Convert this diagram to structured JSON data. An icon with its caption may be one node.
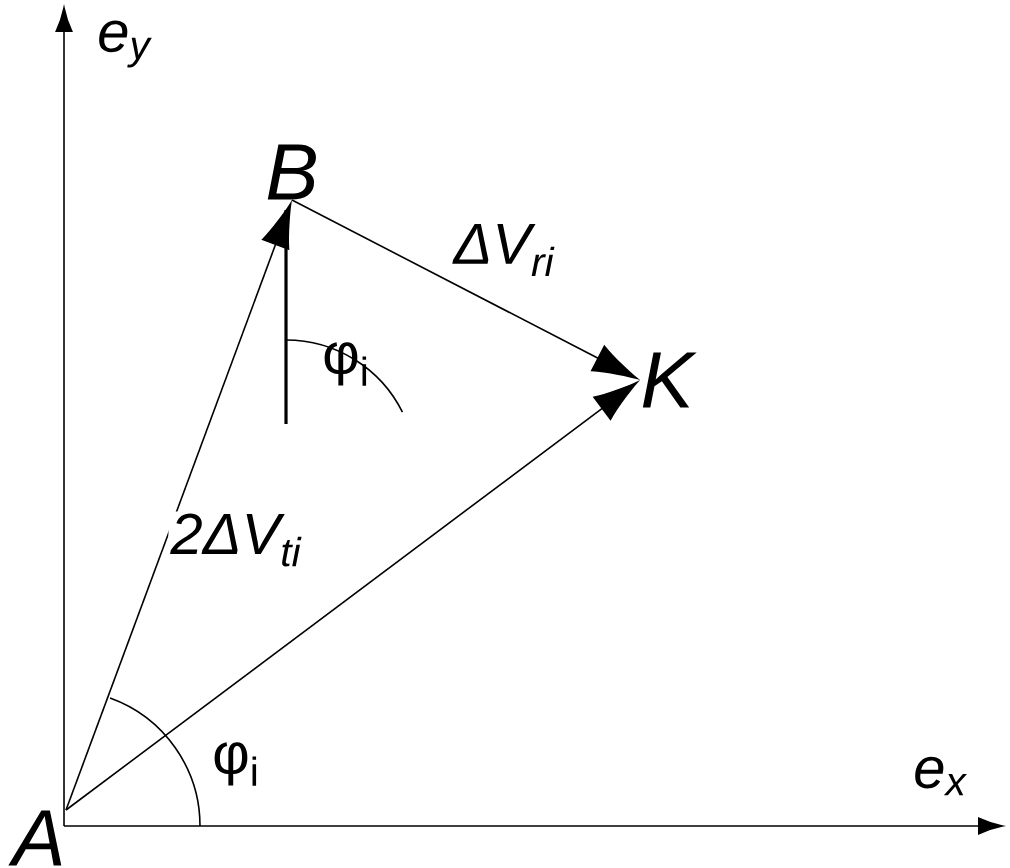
{
  "diagram": {
    "nodes": [
      {
        "text": [
          "A"
        ]
      },
      {
        "text": [
          "B"
        ]
      },
      {
        "text": [
          "K"
        ]
      }
    ],
    "edges": [
      {
        "from": 0,
        "to": 1,
        "arrow": "to",
        "label": "2ΔV$_{ti}$"
      },
      {
        "from": 0,
        "to": 2,
        "arrow": "to"
      },
      {
        "from": 1,
        "to": 2,
        "arrow": "to",
        "label": "ΔV$_{ri}$"
      }
    ],
    "labels": [
      "e$_{y}$",
      "e$_{x}$",
      "φ$_{i}$",
      "φ$_{i}$"
    ]
  }
}
